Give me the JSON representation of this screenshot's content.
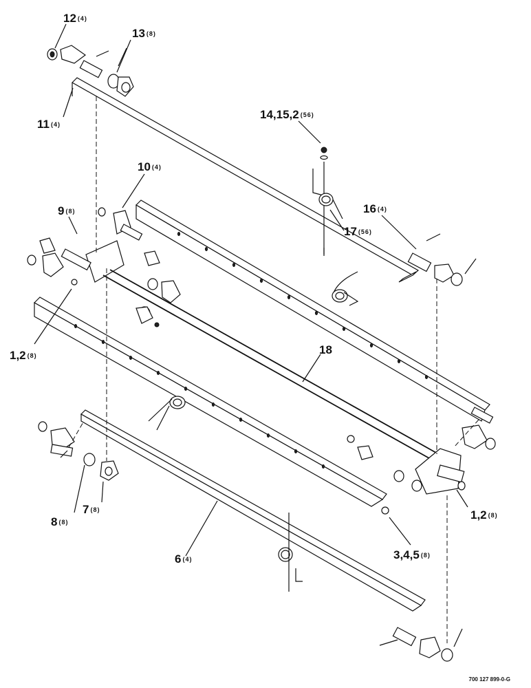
{
  "callouts": [
    {
      "id": "c12",
      "num": "12",
      "qty": "(4)"
    },
    {
      "id": "c13",
      "num": "13",
      "qty": "(8)"
    },
    {
      "id": "c11",
      "num": "11",
      "qty": "(4)"
    },
    {
      "id": "c14",
      "num": "14,15,2",
      "qty": "(56)"
    },
    {
      "id": "c10",
      "num": "10",
      "qty": "(4)"
    },
    {
      "id": "c9",
      "num": "9",
      "qty": "(8)"
    },
    {
      "id": "c16",
      "num": "16",
      "qty": "(4)"
    },
    {
      "id": "c17",
      "num": "17",
      "qty": "(56)"
    },
    {
      "id": "c1a",
      "num": "1,2",
      "qty": "(8)"
    },
    {
      "id": "c18",
      "num": "18",
      "qty": ""
    },
    {
      "id": "c8",
      "num": "8",
      "qty": "(8)"
    },
    {
      "id": "c7",
      "num": "7",
      "qty": "(8)"
    },
    {
      "id": "c1b",
      "num": "1,2",
      "qty": "(8)"
    },
    {
      "id": "c3",
      "num": "3,4,5",
      "qty": "(8)"
    },
    {
      "id": "c6",
      "num": "6",
      "qty": "(4)"
    }
  ],
  "figure_id": "700 127 899-0-G"
}
